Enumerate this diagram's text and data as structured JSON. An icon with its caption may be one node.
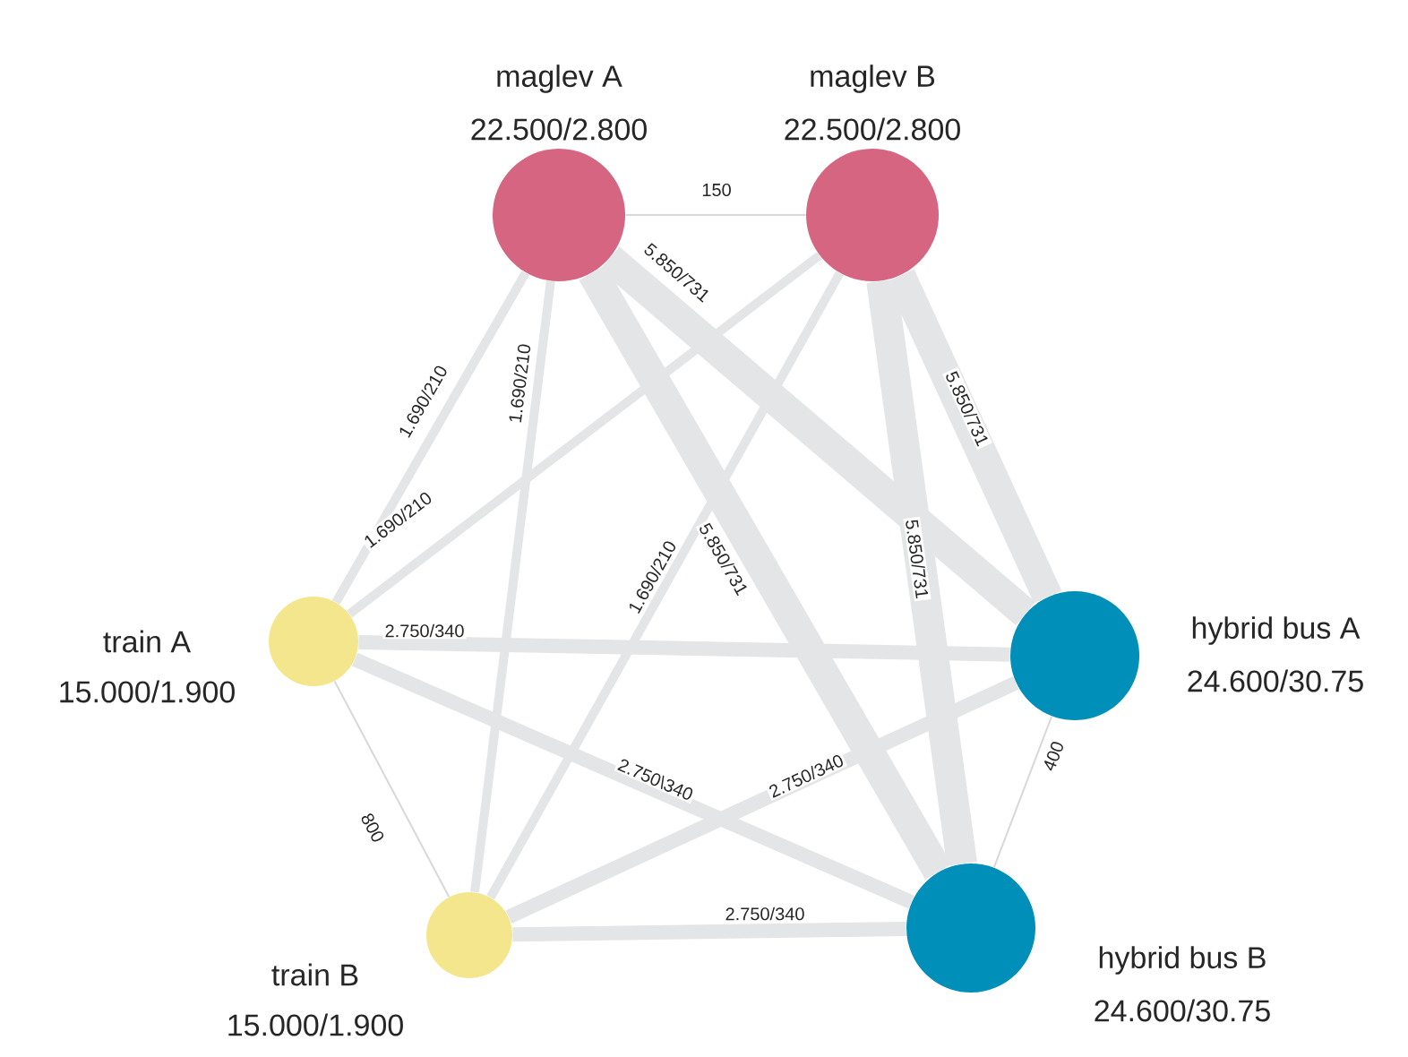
{
  "diagram": {
    "nodes": [
      {
        "text": [
          "maglev A",
          "22.500/2.800"
        ]
      },
      {
        "text": [
          "maglev B",
          "22.500/2.800"
        ]
      },
      {
        "text": [
          "train A",
          "15.000/1.900"
        ]
      },
      {
        "text": [
          "hybrid bus A",
          "24.600/30.75"
        ]
      },
      {
        "text": [
          "train B",
          "15.000/1.900"
        ]
      },
      {
        "text": [
          "hybrid bus B",
          "24.600/30.75"
        ]
      }
    ],
    "edges": [
      {
        "from": 0,
        "to": 1,
        "arrow": "none",
        "label": "150"
      },
      {
        "from": 0,
        "to": 3,
        "arrow": "none",
        "label": "5.850/731",
        "style": "thick"
      },
      {
        "from": 0,
        "to": 2,
        "arrow": "none",
        "label": "1.690/210"
      },
      {
        "from": 0,
        "to": 4,
        "arrow": "none",
        "label": "1.690/210"
      },
      {
        "from": 0,
        "to": 5,
        "arrow": "none",
        "label": "5.850/731",
        "style": "thick"
      },
      {
        "from": 1,
        "to": 2,
        "arrow": "none",
        "label": "1.690/210"
      },
      {
        "from": 1,
        "to": 4,
        "arrow": "none",
        "label": "1.690/210"
      },
      {
        "from": 1,
        "to": 3,
        "arrow": "none",
        "label": "5.850/731",
        "style": "thick"
      },
      {
        "from": 1,
        "to": 5,
        "arrow": "none",
        "label": "5.850/731",
        "style": "thick"
      },
      {
        "from": 2,
        "to": 3,
        "arrow": "none",
        "label": "2.750/340"
      },
      {
        "from": 2,
        "to": 5,
        "arrow": "none",
        "label": "2.750\\340"
      },
      {
        "from": 2,
        "to": 4,
        "arrow": "none",
        "label": "800"
      },
      {
        "from": 4,
        "to": 3,
        "arrow": "none",
        "label": "2.750/340"
      },
      {
        "from": 4,
        "to": 5,
        "arrow": "none",
        "label": "2.750/340"
      },
      {
        "from": 3,
        "to": 5,
        "arrow": "none",
        "label": "400"
      }
    ]
  }
}
